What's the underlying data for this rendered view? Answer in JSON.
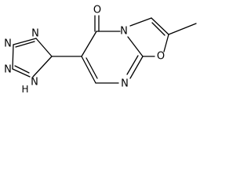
{
  "molecule": {
    "atoms": {
      "oxygen_carbonyl": "O",
      "nitrogen_bridge": "N",
      "oxygen_ring": "O",
      "nitrogen_pyrimidine": "N",
      "nitrogen_tetrazole_1": "N",
      "nitrogen_tetrazole_2": "N",
      "nitrogen_tetrazole_3": "N",
      "nitrogen_tetrazole_nh": "N",
      "hydrogen_tetrazole_nh": "H"
    }
  },
  "colors": {
    "bond": "#000000",
    "label": "#000000",
    "background": "#ffffff"
  }
}
